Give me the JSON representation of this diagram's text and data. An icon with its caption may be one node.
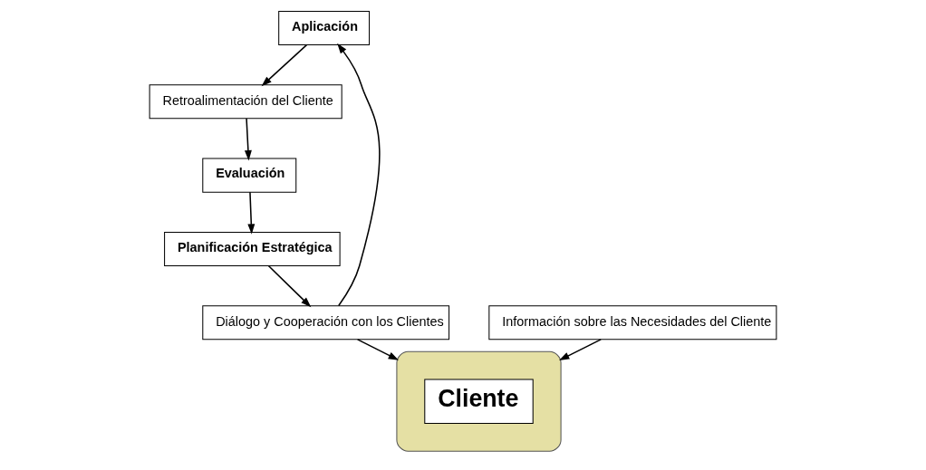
{
  "diagram": {
    "nodes": [
      {
        "text": [
          "Aplicación"
        ]
      },
      {
        "text": [
          "Diálogo y Cooperación con los Clientes"
        ]
      },
      {
        "text": [
          "Retroalimentación del Cliente"
        ]
      },
      {
        "text": [],
        "shape": "ellipse"
      },
      {
        "text": [
          "Cliente"
        ],
        "in": 3
      },
      {
        "text": [
          "Planificación Estratégica"
        ]
      },
      {
        "text": [
          "Evaluación"
        ]
      },
      {
        "text": [
          "Información sobre las Necesidades del Cliente"
        ]
      }
    ],
    "edges": [
      {
        "from": 1,
        "to": 3,
        "arrow": "to"
      },
      {
        "from": 1,
        "to": 0,
        "arrow": "to"
      },
      {
        "from": 0,
        "to": 2,
        "arrow": "to"
      },
      {
        "from": 2,
        "to": 6,
        "arrow": "to"
      },
      {
        "from": 6,
        "to": 5,
        "arrow": "to"
      },
      {
        "from": 5,
        "to": 1,
        "arrow": "to"
      },
      {
        "from": 7,
        "to": 3,
        "arrow": "to"
      }
    ]
  }
}
